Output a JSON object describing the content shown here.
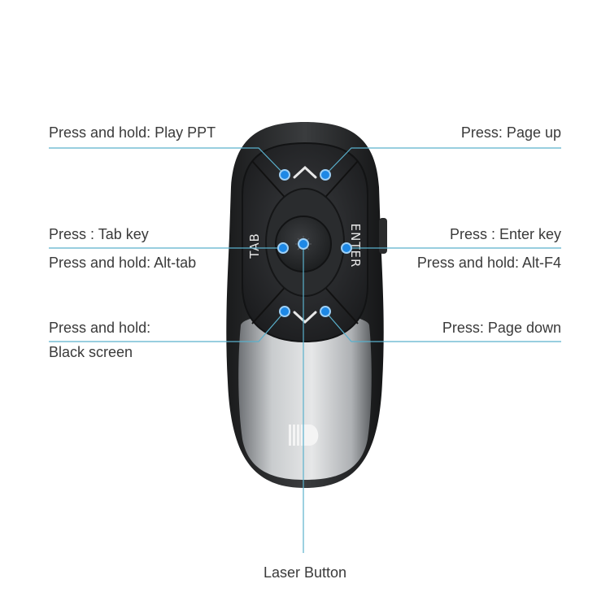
{
  "labels": {
    "play_ppt": "Press and hold: Play PPT",
    "page_up": "Press: Page up",
    "tab_key": "Press : Tab key",
    "alt_tab": "Press and hold: Alt-tab",
    "enter_key": "Press : Enter key",
    "alt_f4": "Press and hold: Alt-F4",
    "black_screen_1": "Press and hold:",
    "black_screen_2": "Black screen",
    "page_down": "Press: Page down",
    "laser_button": "Laser Button"
  },
  "device": {
    "tab_label": "TAB",
    "enter_label": "ENTER"
  },
  "colors": {
    "callout_line": "#5ab0cc",
    "dot": "#1e88e5",
    "body_dark": "#222425",
    "body_silver": "#b8bbbe"
  }
}
